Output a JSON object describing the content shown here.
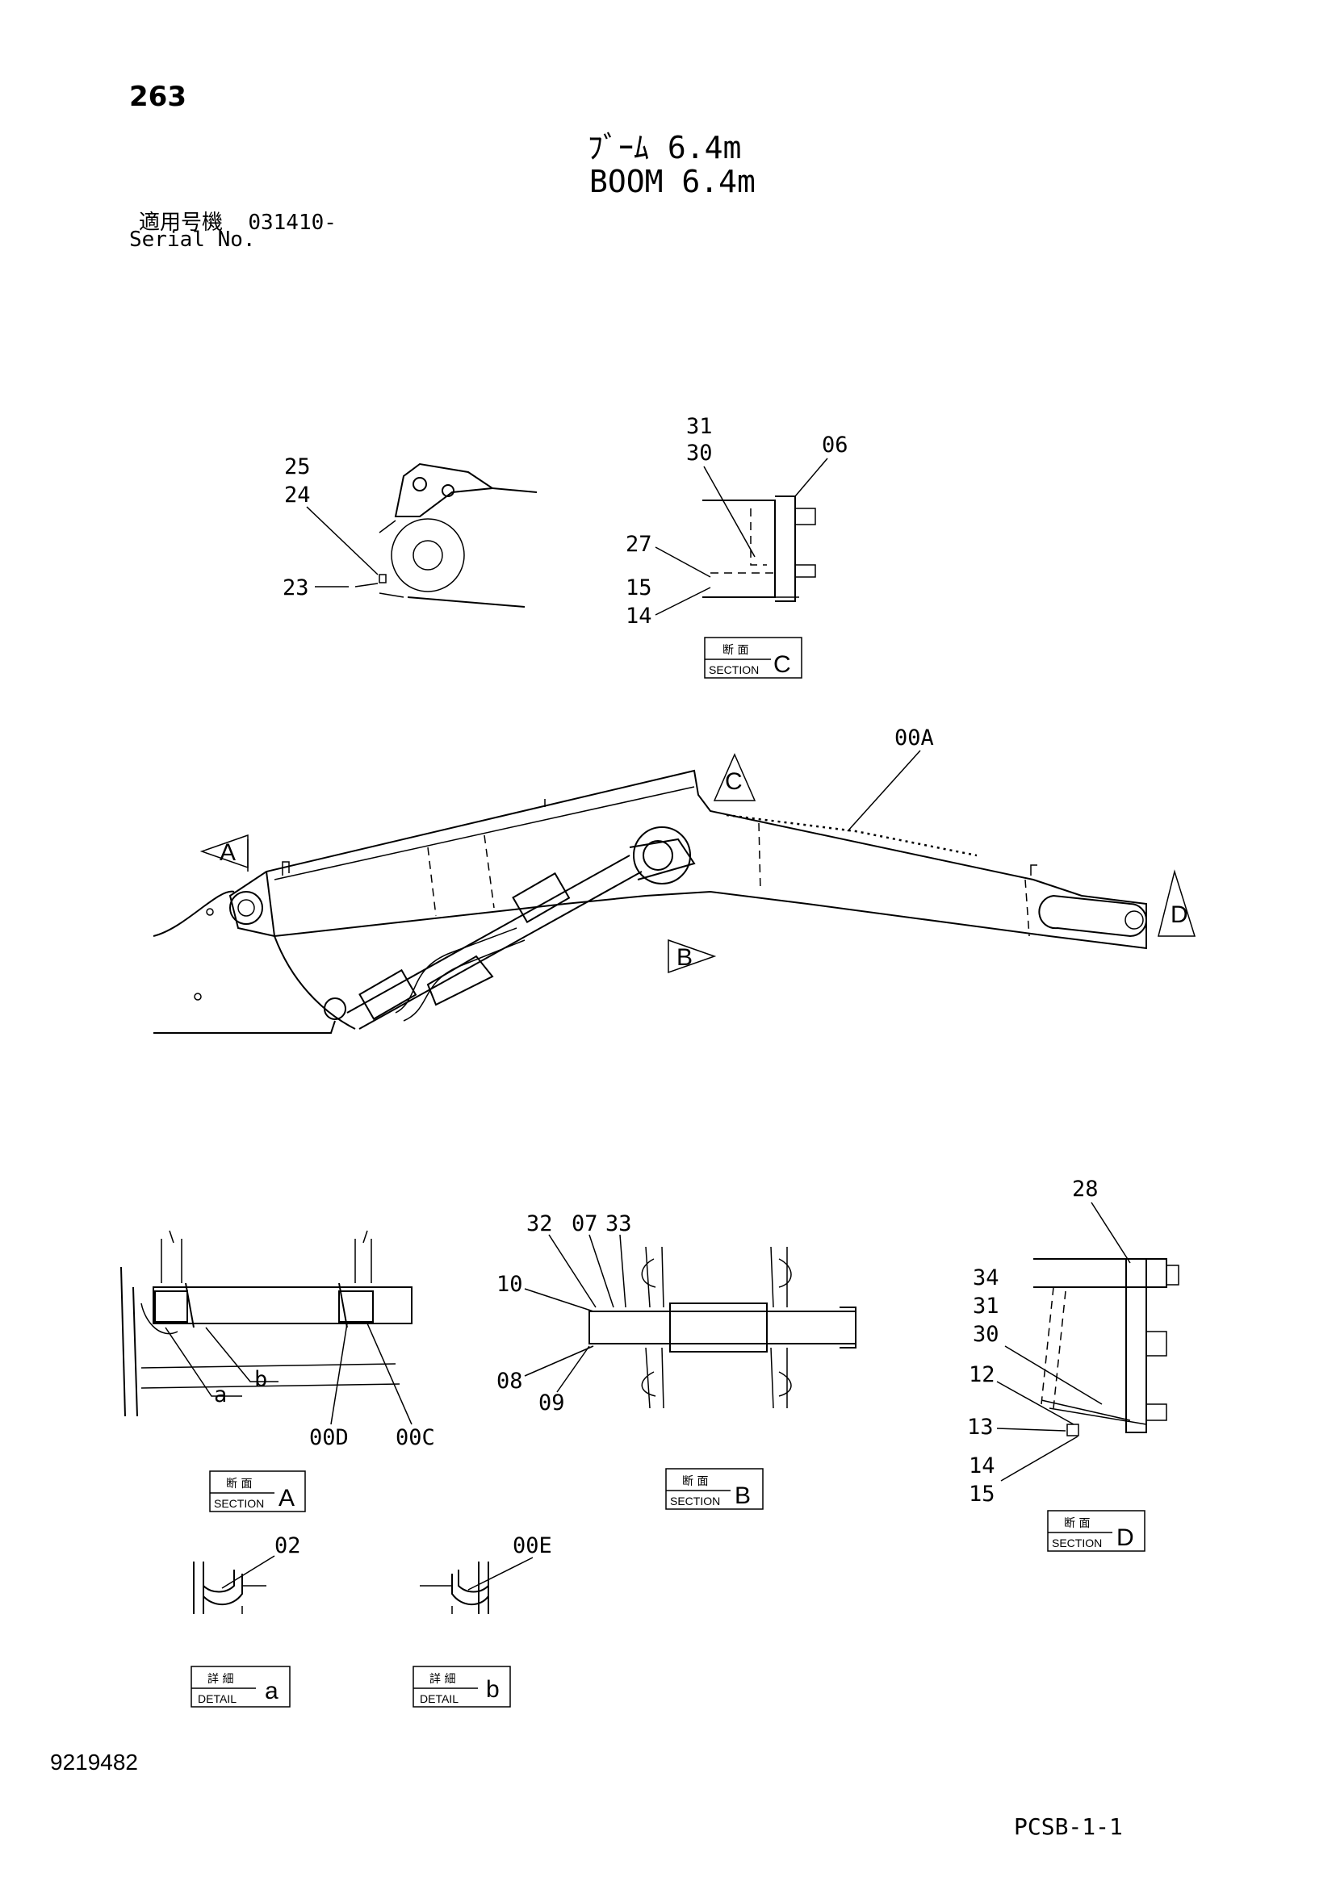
{
  "header": {
    "page_number": "263",
    "title_jp": "ﾌﾞｰﾑ 6.4m",
    "title_en": "BOOM 6.4m",
    "serial_label_jp": "適用号機",
    "serial_value": "031410-",
    "serial_label_en": "Serial No."
  },
  "footer": {
    "document_number": "9219482",
    "sheet_code": "PCSB-1-1"
  },
  "callouts": {
    "detail_top_left": [
      "25",
      "24",
      "23"
    ],
    "section_c": [
      "31",
      "30",
      "06",
      "27",
      "15",
      "14"
    ],
    "main_view": [
      "00A"
    ],
    "section_a": [
      "a",
      "b",
      "00D",
      "00C"
    ],
    "section_b": [
      "32",
      "07",
      "33",
      "10",
      "08",
      "09"
    ],
    "section_d": [
      "28",
      "34",
      "31",
      "30",
      "12",
      "13",
      "14",
      "15"
    ],
    "detail_a": [
      "02"
    ],
    "detail_b": [
      "00E"
    ]
  },
  "view_markers": [
    "A",
    "B",
    "C",
    "D"
  ],
  "section_boxes": [
    {
      "jp": "断 面",
      "en": "SECTION",
      "key": "C"
    },
    {
      "jp": "断 面",
      "en": "SECTION",
      "key": "A"
    },
    {
      "jp": "断 面",
      "en": "SECTION",
      "key": "B"
    },
    {
      "jp": "断 面",
      "en": "SECTION",
      "key": "D"
    }
  ],
  "detail_boxes": [
    {
      "jp": "詳 細",
      "en": "DETAIL",
      "key": "a"
    },
    {
      "jp": "詳 細",
      "en": "DETAIL",
      "key": "b"
    }
  ]
}
